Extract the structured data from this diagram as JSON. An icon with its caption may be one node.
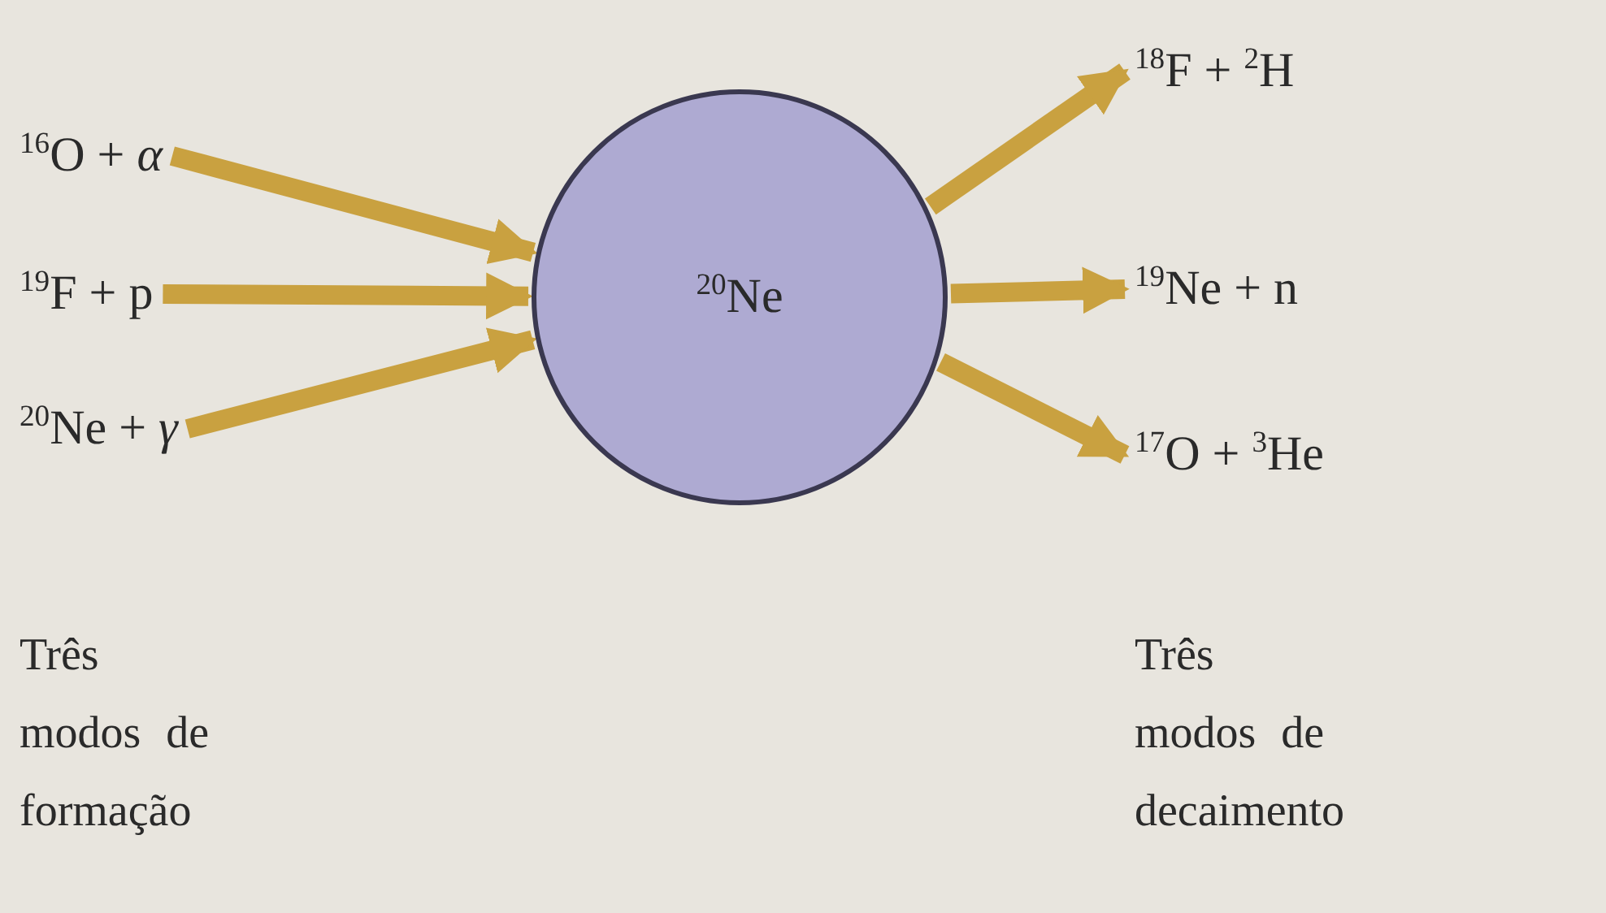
{
  "diagram": {
    "nodes": [
      {
        "text": [
          "$^{16}$O + *α*"
        ]
      },
      {
        "text": [
          "$^{19}$F + p"
        ]
      },
      {
        "text": [
          "$^{20}$Ne + *γ*"
        ]
      },
      {
        "text": [
          "$^{20}$Ne"
        ]
      },
      {
        "text": [
          "$^{18}$F + $^{2}$H"
        ]
      },
      {
        "text": [
          "$^{19}$Ne + n"
        ]
      },
      {
        "text": [
          "$^{17}$O + $^{3}$He"
        ]
      }
    ],
    "edges": [
      {
        "from": 0,
        "to": 3,
        "arrow": "to"
      },
      {
        "from": 1,
        "to": 3,
        "arrow": "to"
      },
      {
        "from": 2,
        "to": 3,
        "arrow": "to"
      },
      {
        "from": 3,
        "to": 4,
        "arrow": "to"
      },
      {
        "from": 3,
        "to": 5,
        "arrow": "to"
      },
      {
        "from": 3,
        "to": 6,
        "arrow": "to"
      }
    ],
    "labels": [
      "Três modos de formação",
      "Três modos de decaimento"
    ]
  }
}
